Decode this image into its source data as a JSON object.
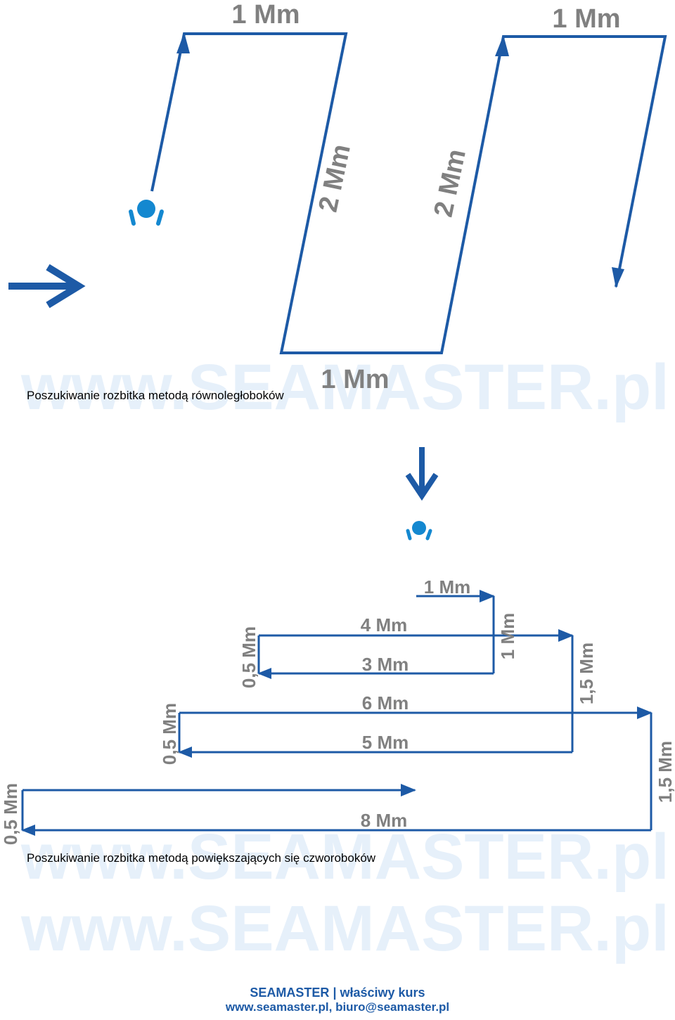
{
  "colors": {
    "line": "#1d5aa6",
    "label": "#808080",
    "swimmer": "#1488d0",
    "watermark": "#e6f0fa",
    "caption": "#000000",
    "footer": "#1d5aa6"
  },
  "icons": {
    "swimmer": "person-in-water-icon",
    "drift": "arrow-right-icon",
    "drift2": "arrow-down-icon"
  },
  "watermark": "www.SEAMASTER.pl",
  "diagram1": {
    "caption": "Poszukiwanie rozbitka metodą równoległoboków",
    "labels": {
      "top_left": "1 Mm",
      "top_right": "1 Mm",
      "leg_mid": "2 Mm",
      "leg_right": "2 Mm",
      "bottom": "1 Mm"
    }
  },
  "diagram2": {
    "caption": "Poszukiwanie rozbitka metodą powiększających się czworoboków",
    "labels": {
      "l1": "1 Mm",
      "l2": "1 Mm",
      "l3": "3 Mm",
      "l4": "0,5 Mm",
      "l5": "4 Mm",
      "l6": "1,5 Mm",
      "l7": "5 Mm",
      "l8": "0,5 Mm",
      "l9": "6 Mm",
      "l10": "1,5 Mm",
      "l11": "8 Mm",
      "l12": "0,5 Mm"
    }
  },
  "footer": {
    "brand": "SEAMASTER",
    "separator": "|",
    "tagline": "właściwy kurs",
    "contact": "www.seamaster.pl, biuro@seamaster.pl"
  }
}
